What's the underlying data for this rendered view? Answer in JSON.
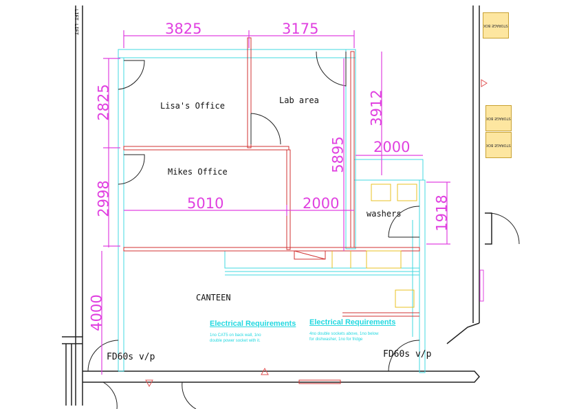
{
  "rooms": {
    "lisas_office": "Lisa's Office",
    "lab_area": "Lab area",
    "mikes_office": "Mikes Office",
    "washers": "washers",
    "canteen": "CANTEEN",
    "fire_door_left": "FD60s v/p",
    "fire_door_right": "FD60s v/p",
    "lift": "LIFT LIFT"
  },
  "dimensions": {
    "top_left": "3825",
    "top_right": "3175",
    "left_top": "2825",
    "left_mid": "2998",
    "left_bottom": "4000",
    "mikes_width": "5010",
    "mid_width": "2000",
    "lab_depth": "5895",
    "right_depth": "3912",
    "right_width": "2000",
    "washers_depth": "1918"
  },
  "notes": [
    {
      "title": "Electrical Requirements",
      "body": "1no CAT5 on back wall, 1no double power socket with it."
    },
    {
      "title": "Electrical Requirements",
      "body": "4no double sockets above, 1no below for dishwasher, 1no for fridge"
    }
  ],
  "storage_boxes": [
    "STORAGE BOX",
    "STORAGE BOX",
    "STORAGE BOX"
  ],
  "colors": {
    "wall": "#202020",
    "partition": "#d03030",
    "dimension": "#e040e0",
    "fixture": "#40d8e0",
    "furniture": "#e8c020"
  }
}
